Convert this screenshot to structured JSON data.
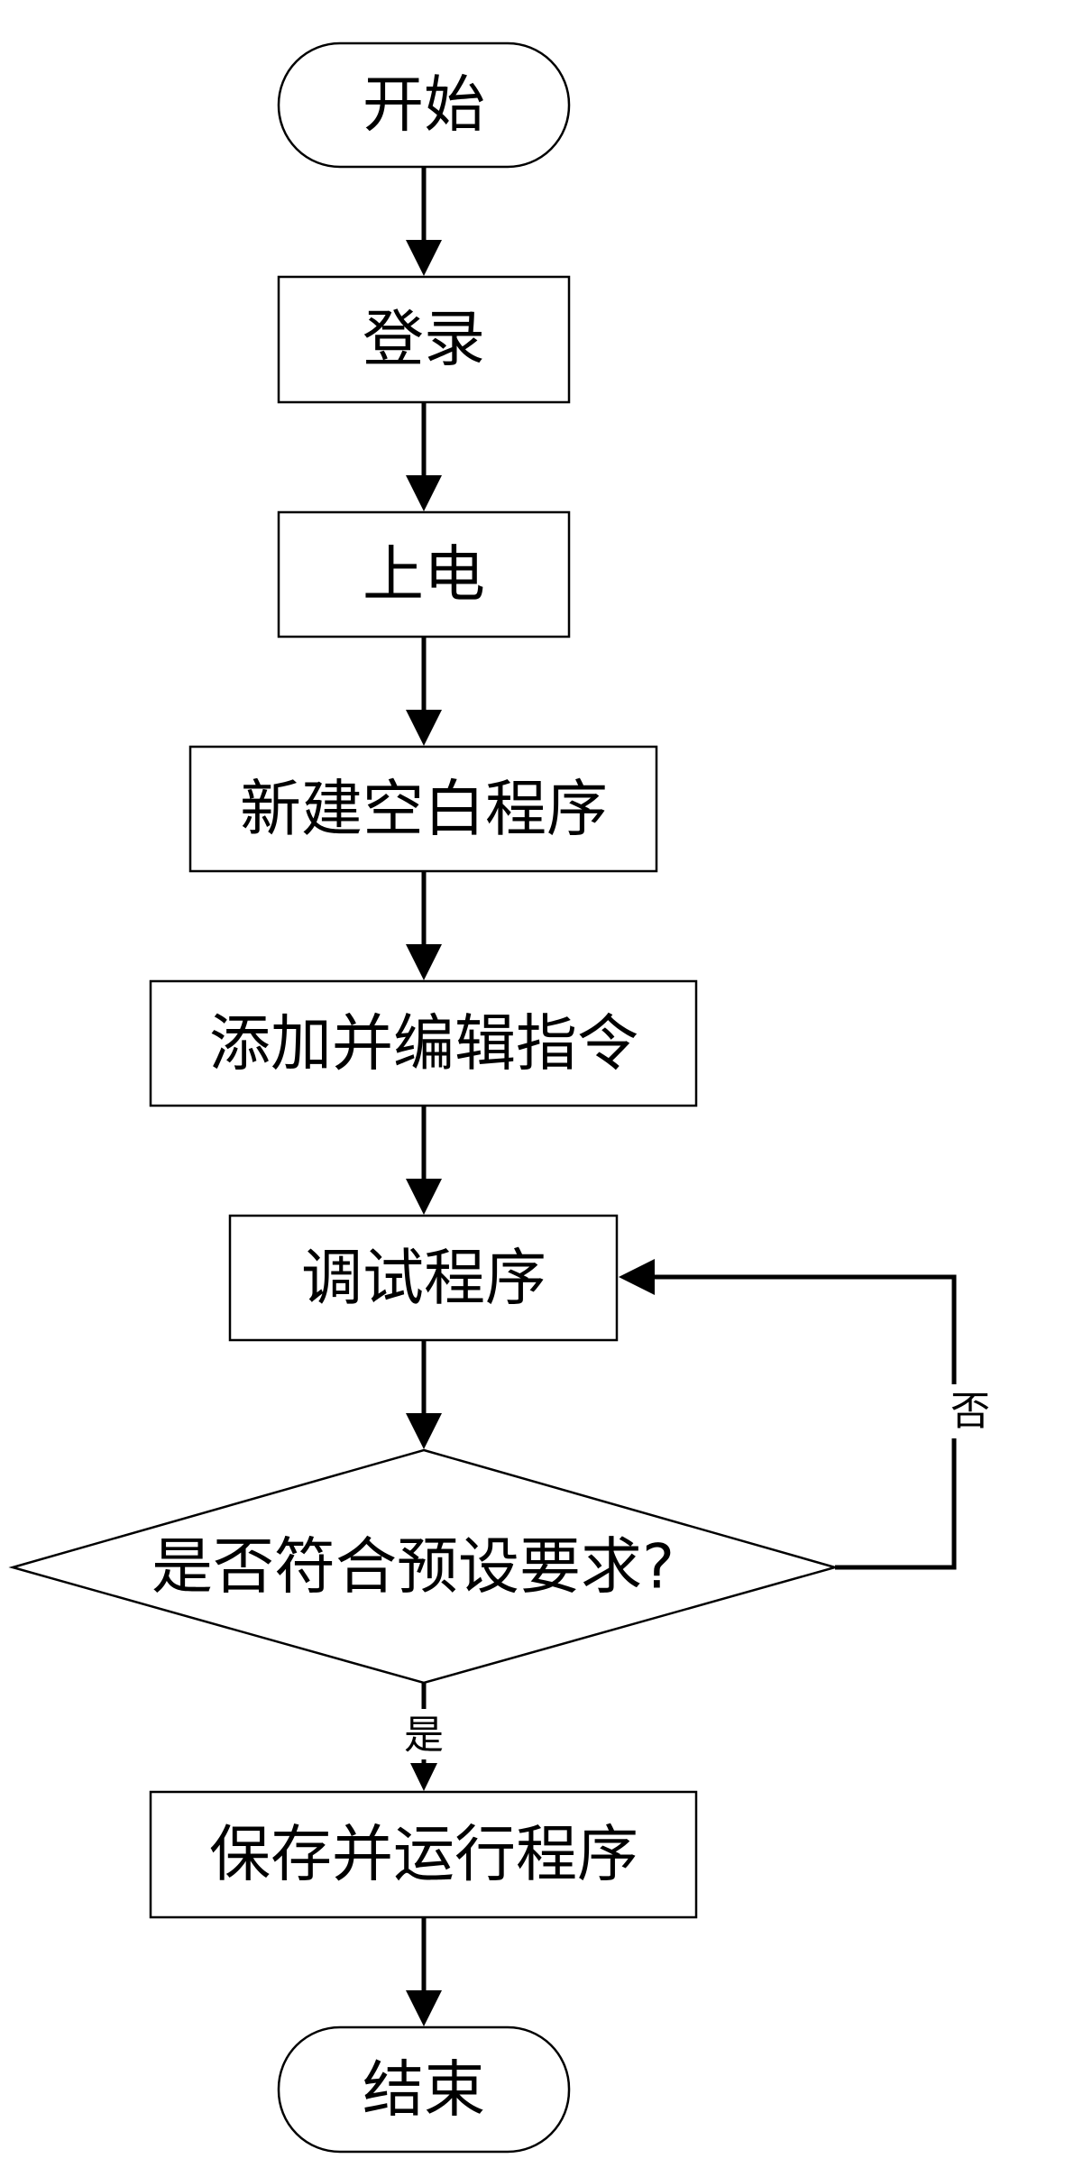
{
  "nodes": {
    "start": "开始",
    "login": "登录",
    "power_on": "上电",
    "new_program": "新建空白程序",
    "add_edit": "添加并编辑指令",
    "debug": "调试程序",
    "decision": "是否符合预设要求?",
    "save_run": "保存并运行程序",
    "end": "结束"
  },
  "edges": {
    "no": "否",
    "yes": "是"
  }
}
